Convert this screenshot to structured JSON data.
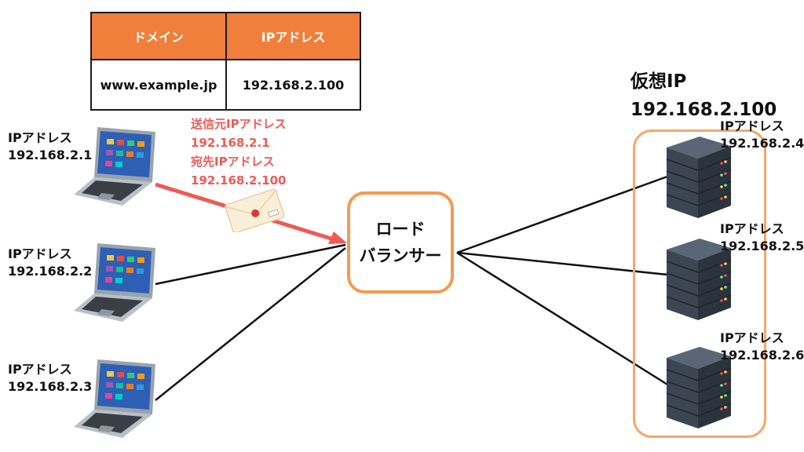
{
  "table": {
    "headers": [
      "ドメイン",
      "IPアドレス"
    ],
    "rows": [
      [
        "www.example.jp",
        "192.168.2.100"
      ]
    ]
  },
  "clients": [
    {
      "label": "IPアドレス",
      "ip": "192.168.2.1"
    },
    {
      "label": "IPアドレス",
      "ip": "192.168.2.2"
    },
    {
      "label": "IPアドレス",
      "ip": "192.168.2.3"
    }
  ],
  "packet": {
    "src_label": "送信元IPアドレス",
    "src_ip": "192.168.2.1",
    "dst_label": "宛先IPアドレス",
    "dst_ip": "192.168.2.100"
  },
  "load_balancer": {
    "line1": "ロード",
    "line2": "バランサー"
  },
  "virtual_ip": {
    "label": "仮想IP",
    "ip": "192.168.2.100"
  },
  "servers": [
    {
      "label": "IPアドレス",
      "ip": "192.168.2.4"
    },
    {
      "label": "IPアドレス",
      "ip": "192.168.2.5"
    },
    {
      "label": "IPアドレス",
      "ip": "192.168.2.6"
    }
  ],
  "colors": {
    "table_header": "#f07f3c",
    "lb_border": "#f39a52",
    "pool_border": "#f5a76b",
    "packet_text": "#ef5a56",
    "packet_arrow": "#ef5a56"
  },
  "icons": {
    "client": "laptop-icon",
    "server": "server-rack-icon",
    "packet": "envelope-icon"
  }
}
